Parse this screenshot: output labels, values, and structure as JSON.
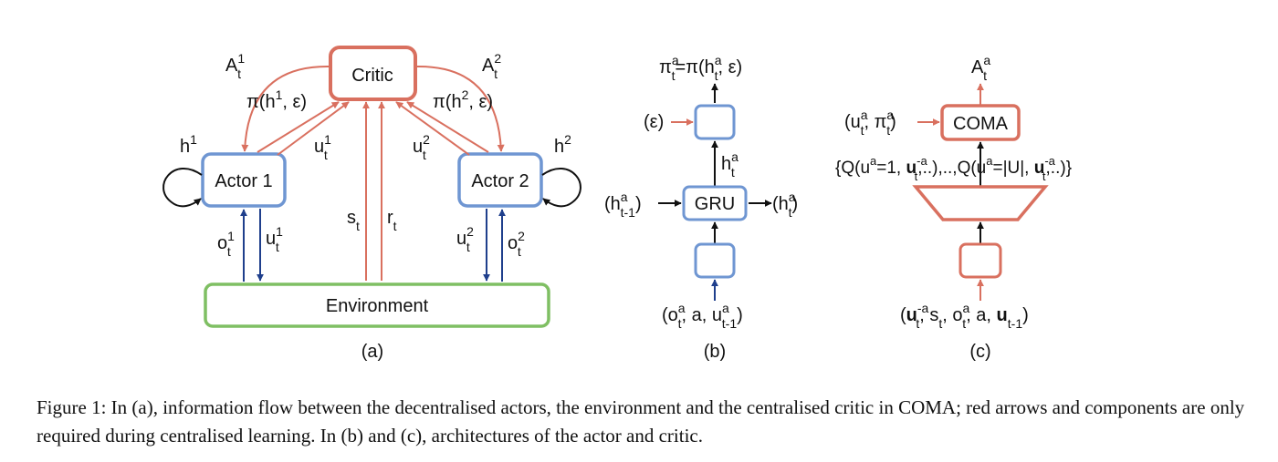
{
  "panel_a": {
    "critic": "Critic",
    "actor1": "Actor 1",
    "actor2": "Actor 2",
    "environment": "Environment",
    "A1": "A",
    "A1_sup": "1",
    "A1_sub": "t",
    "A2": "A",
    "A2_sup": "2",
    "A2_sub": "t",
    "pi1": "π(h",
    "pi1_sup": "1",
    "pi1_rest": ", ε)",
    "pi2": "π(h",
    "pi2_sup": "2",
    "pi2_rest": ", ε)",
    "h1": "h",
    "h1_sup": "1",
    "h2": "h",
    "h2_sup": "2",
    "u1": "u",
    "u1_sup": "1",
    "u1_sub": "t",
    "u2": "u",
    "u2_sup": "2",
    "u2_sub": "t",
    "s": "s",
    "s_sub": "t",
    "r": "r",
    "r_sub": "t",
    "o1": "o",
    "o1_sup": "1",
    "o1_sub": "t",
    "eu1": "u",
    "eu1_sup": "1",
    "eu1_sub": "t",
    "eu2": "u",
    "eu2_sup": "2",
    "eu2_sub": "t",
    "o2": "o",
    "o2_sup": "2",
    "o2_sub": "t",
    "caption": "(a)"
  },
  "panel_b": {
    "policy": "π",
    "policy_sup": "a",
    "policy_sub": "t",
    "policy_eq": "=π(h",
    "policy_sup2": "a",
    "policy_sub2": "t",
    "policy_end": ", ε)",
    "eps": "(ε)",
    "h": "h",
    "h_sup": "a",
    "h_sub": "t",
    "h_in": "(h",
    "h_in_sup": "a",
    "h_in_sub": "t-1",
    "h_in_end": ")",
    "gru": "GRU",
    "h_out": "(h",
    "h_out_sup": "a",
    "h_out_sub": "t",
    "h_out_end": ")",
    "input": "(o",
    "input_sup": "a",
    "input_sub": "t",
    "input_mid": ", a, u",
    "input_sup2": "a",
    "input_sub2": "t-1",
    "input_end": ")",
    "caption": "(b)"
  },
  "panel_c": {
    "adv": "A",
    "adv_sup": "a",
    "adv_sub": "t",
    "coma_in": "(u",
    "coma_in_sup": "a",
    "coma_in_sub": "t",
    "coma_in_mid": ", π",
    "coma_in_sup2": "a",
    "coma_in_sub2": "t",
    "coma_in_end": ")",
    "coma": "COMA",
    "q_a": "{Q(u",
    "q_a_sup": "a",
    "q_b": "=1, ",
    "q_u": "u",
    "q_c_sup": "-a",
    "q_c_sub": "t",
    "q_d": ",..),..,Q(u",
    "q_d_sup": "a",
    "q_e": "=|U|, ",
    "q_u2": "u",
    "q_f_sup": "-a",
    "q_f_sub": "t",
    "q_g": ",..)}",
    "in_a": "(",
    "in_u": "u",
    "in_u_sup": "-a",
    "in_u_sub": "t",
    "in_b": ", s",
    "in_b_sub": "t",
    "in_c": ", o",
    "in_c_sup": "a",
    "in_c_sub": "t",
    "in_d": ", a, ",
    "in_u2": "u",
    "in_u2_sub": "t-1",
    "in_e": ")",
    "caption": "(c)"
  },
  "figure_caption": "Figure 1: In (a), information flow between the decentralised actors, the environment and the centralised critic in COMA; red arrows and components are only required during centralised learning. In (b) and (c), architectures of the actor and critic.",
  "colors": {
    "red": "#D9705F",
    "blue": "#6F96D2",
    "green": "#7FBF63",
    "navy": "#1F3F8C",
    "black": "#111111"
  }
}
